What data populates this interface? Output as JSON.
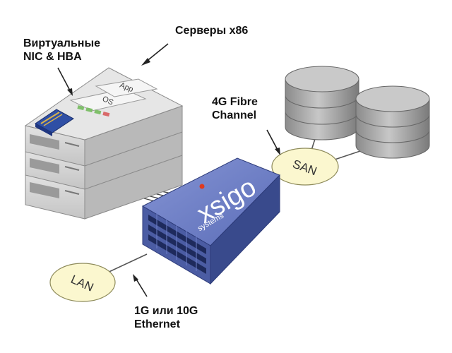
{
  "labels": {
    "servers": "Серверы x86",
    "virtual_nic_line1": "Виртуальные",
    "virtual_nic_line2": "NIC & HBA",
    "fibre_line1": "4G Fibre",
    "fibre_line2": "Channel",
    "ethernet_line1": "1G или 10G",
    "ethernet_line2": "Ethernet"
  },
  "server_tags": {
    "app": "App",
    "os": "OS"
  },
  "networks": {
    "san": "SAN",
    "lan": "LAN"
  },
  "device": {
    "brand": "xsigo",
    "sub": "systems"
  },
  "colors": {
    "device_top": "#6e80c6",
    "device_front": "#4b5ca3",
    "device_side": "#394a8c",
    "brand_dot": "#e03a1e",
    "network_ellipse": "#fbf7cf",
    "server_front": "#d4d4d4",
    "disk": "#a9a9a9",
    "nic_card": "#2f4fa5"
  }
}
